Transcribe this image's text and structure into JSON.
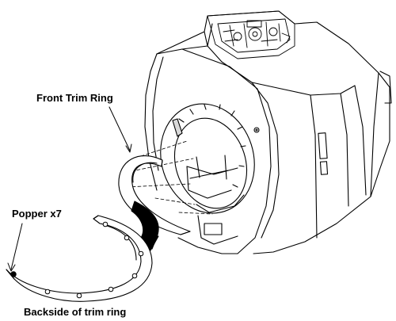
{
  "labels": {
    "front_trim_ring": "Front Trim Ring",
    "popper": "Popper x7",
    "backside": "Backside of trim ring"
  },
  "colors": {
    "line": "#000000",
    "background": "#ffffff",
    "shade": "#d9d9d9"
  },
  "popper_count": 7
}
